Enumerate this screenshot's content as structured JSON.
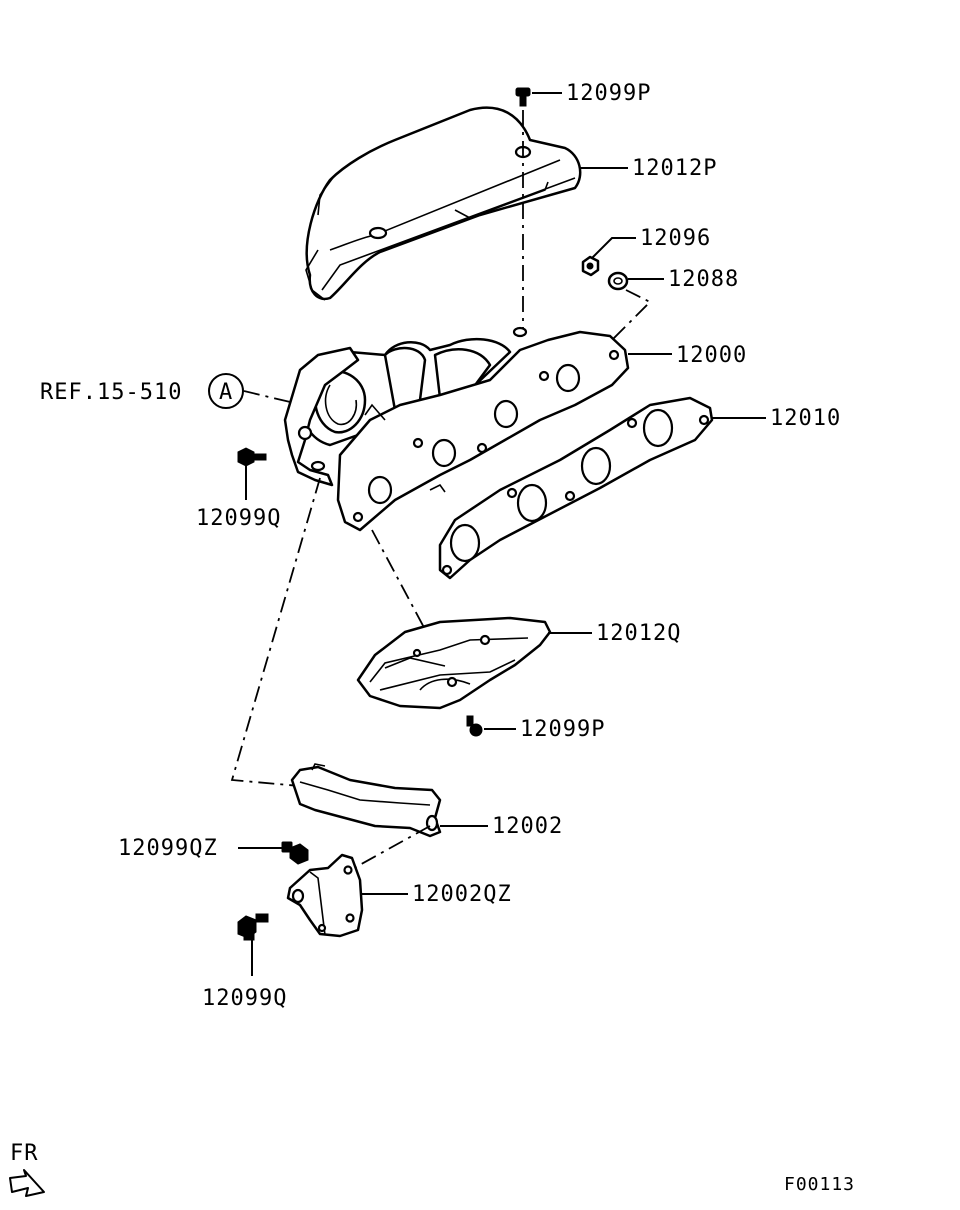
{
  "diagram": {
    "labels": {
      "heat_cover_upper": "12099P",
      "heat_protector_upper": "12012P",
      "nut": "12096",
      "washer": "12088",
      "exhaust_manifold": "12000",
      "manifold_gasket": "12010",
      "reference": "REF.15-510",
      "reference_circle": "A",
      "bolt_left": "12099Q",
      "heat_protector_lower": "12012Q",
      "bolt_lower_protector": "12099P",
      "bracket": "12002",
      "bracket_bolt": "12099QZ",
      "bracket_support": "12002QZ",
      "bolt_bottom": "12099Q"
    },
    "direction_indicator": "FR",
    "figure_code": "F00113"
  }
}
